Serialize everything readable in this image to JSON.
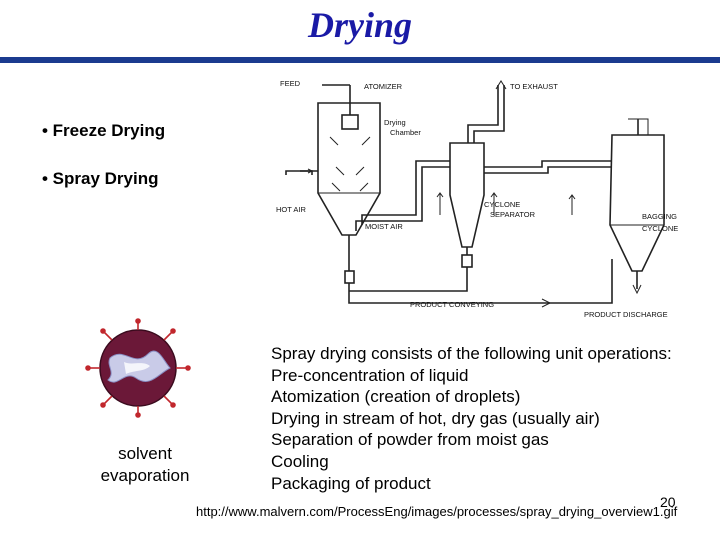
{
  "slide": {
    "title": "Drying",
    "bullets": [
      "• Freeze Drying",
      "• Spray Drying"
    ],
    "diagram_labels": {
      "feed": "FEED",
      "atomizer": "ATOMIZER",
      "to_exhaust": "TO EXHAUST",
      "drying": "Drying",
      "chamber": "Chamber",
      "hot_air": "HOT AIR",
      "moist_air": "MOIST AIR",
      "cyclone": "CYCLONE",
      "separator": "SEPARATOR",
      "bagging": "BAGGING",
      "bagging_cyclone": "CYCLONE",
      "product_conveying": "PRODUCT CONVEYING",
      "product_discharge": "PRODUCT DISCHARGE"
    },
    "caption": [
      "solvent",
      "evaporation"
    ],
    "operations": [
      "Spray drying consists of the following unit operations:",
      "Pre-concentration of liquid",
      "Atomization (creation of droplets)",
      "Drying in stream of hot, dry gas (usually air)",
      "Separation of powder from moist gas",
      "Cooling",
      "Packaging of product"
    ],
    "source_url": "http://www.malvern.com/ProcessEng/images/processes/spray_drying_overview1.gif",
    "page_number": "20"
  }
}
